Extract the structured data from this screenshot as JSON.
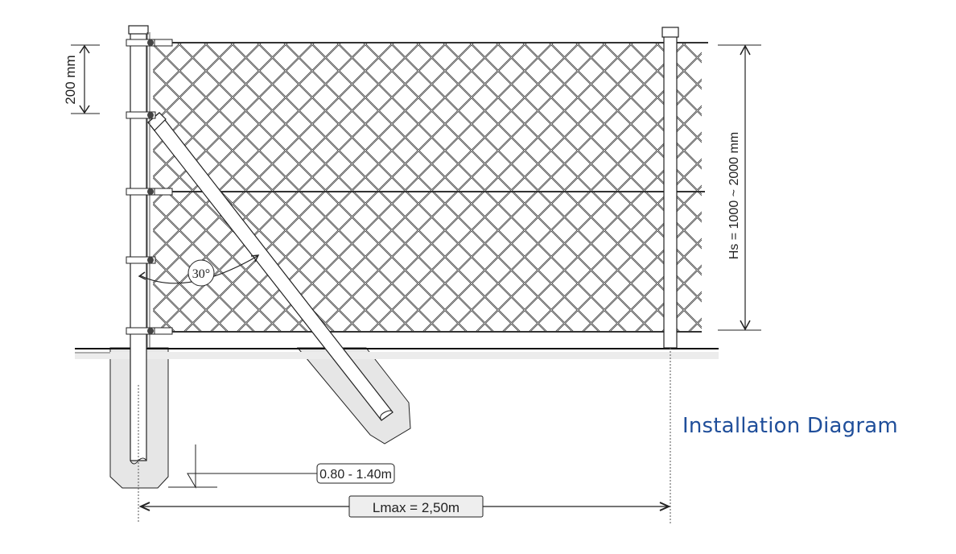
{
  "title": "Installation Diagram",
  "colors": {
    "title": "#1f4e9a",
    "line": "#222222",
    "concrete": "#e6e6e6",
    "label_box": "#eeeeee"
  },
  "dimensions": {
    "wire_spacing": "200 mm",
    "fence_height": "Hs = 1000 ~ 2000 mm",
    "brace_angle": "30°",
    "footing_depth": "0.80 - 1.40m",
    "post_spacing": "Lmax = 2,50m"
  },
  "components": [
    "post-left",
    "post-right",
    "diagonal-brace",
    "chain-link-mesh",
    "top-wire",
    "middle-wire",
    "bottom-wire",
    "post-clamps",
    "concrete-footings",
    "ground-line"
  ]
}
